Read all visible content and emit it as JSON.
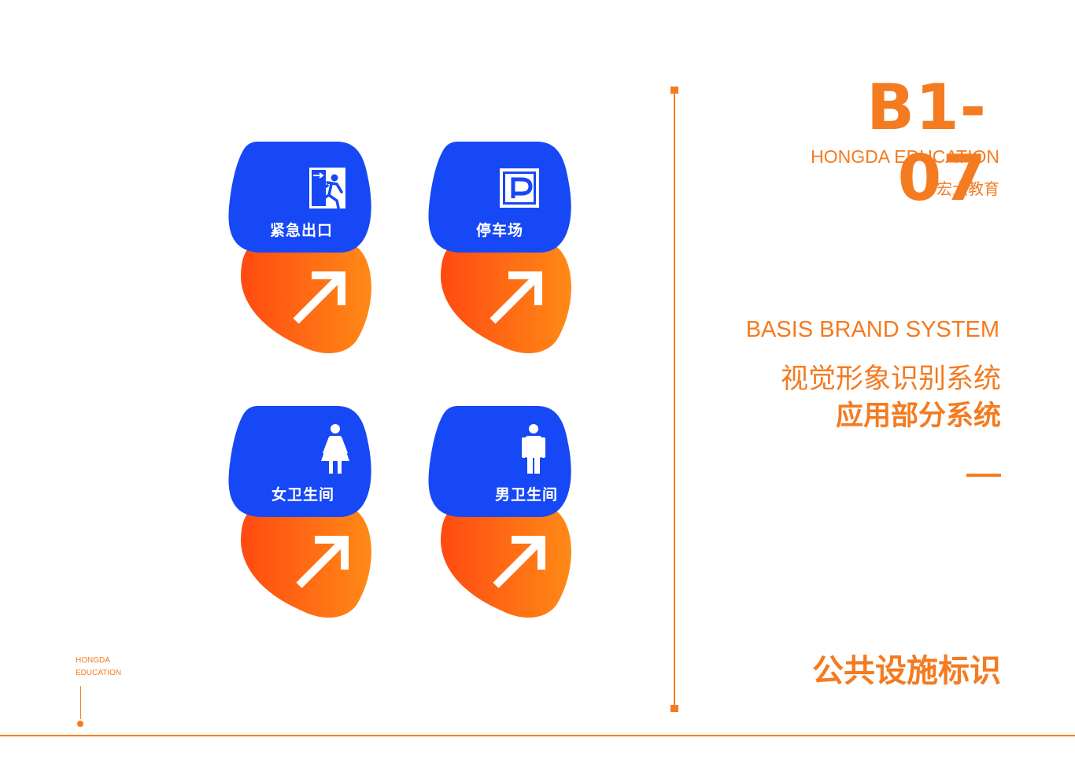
{
  "header": {
    "code": "B1-07",
    "brand_en": "HONGDA EDUCATION",
    "brand_cn": "宏大教育"
  },
  "system": {
    "title_en": "BASIS BRAND SYSTEM",
    "title_cn": "视觉形象识别系统",
    "subtitle_cn": "应用部分系统"
  },
  "section_title": "公共设施标识",
  "footer_logo": {
    "line1": "HONGDA",
    "line2": "EDUCATION"
  },
  "colors": {
    "accent": "#f47b20",
    "sign_blue": "#1748f5",
    "arrow_gradient_start": "#ff4a12",
    "arrow_gradient_end": "#ff8a16"
  },
  "signs": [
    {
      "label": "紧急出口",
      "icon": "emergency-exit-icon"
    },
    {
      "label": "停车场",
      "icon": "parking-icon"
    },
    {
      "label": "女卫生间",
      "icon": "female-restroom-icon"
    },
    {
      "label": "男卫生间",
      "icon": "male-restroom-icon"
    }
  ]
}
